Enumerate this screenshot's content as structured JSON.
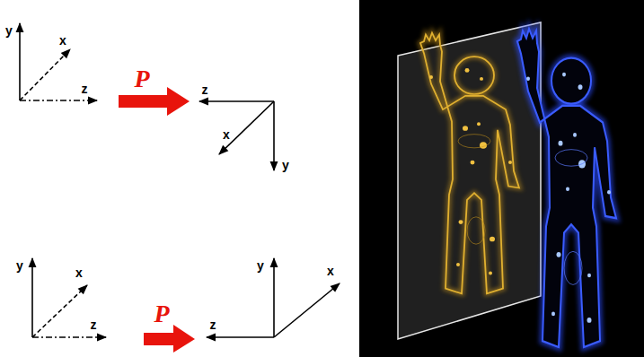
{
  "diagram": {
    "labels": [
      "y",
      "x",
      "z",
      "P",
      "z",
      "x",
      "y",
      "y",
      "x",
      "z",
      "P",
      "y",
      "x",
      "z"
    ]
  }
}
